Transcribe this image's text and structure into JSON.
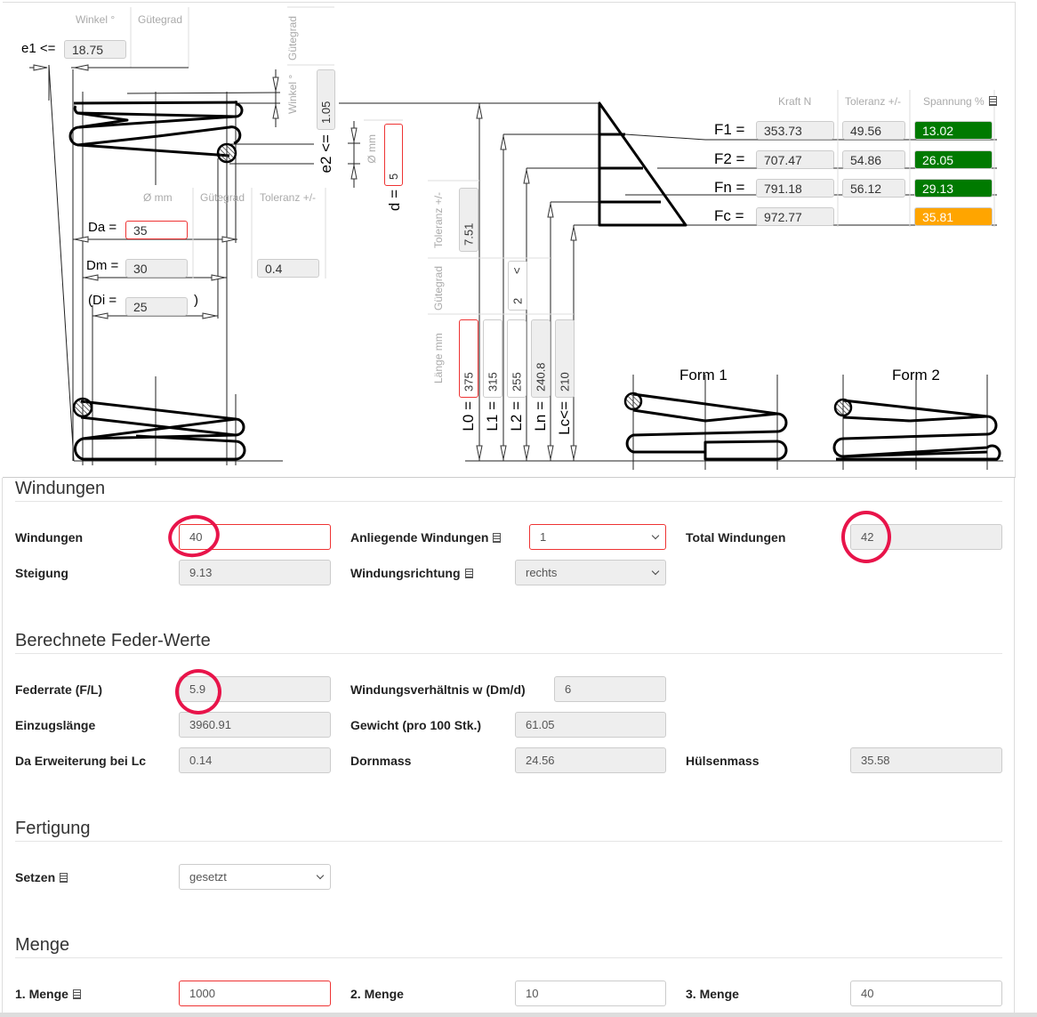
{
  "diagram": {
    "e1": {
      "label": "e1 <=",
      "value": "18.75",
      "header_angle": "Winkel °",
      "header_grade": "Gütegrad"
    },
    "e2": {
      "label": "e2 <=",
      "value": "1.05",
      "header_grade": "Gütegrad",
      "header_angle": "Winkel °"
    },
    "d": {
      "label": "d =",
      "value": "5",
      "header": "Ø mm"
    },
    "diameter_headers": {
      "dia": "Ø mm",
      "grade": "Gütegrad",
      "tol": "Toleranz +/-"
    },
    "Da": {
      "label": "Da =",
      "value": "35"
    },
    "Dm": {
      "label": "Dm =",
      "value": "30",
      "tolerance": "0.4"
    },
    "Di": {
      "label": "(Di =",
      "value": "25",
      "close": ")"
    },
    "length_headers": {
      "tol": "Toleranz +/-",
      "grade": "Gütegrad",
      "length": "Länge mm"
    },
    "length_tolerance": "7.51",
    "length_grade": {
      "value": "2",
      "chevron": ">"
    },
    "lengths": [
      {
        "label": "L0 =",
        "value": "375"
      },
      {
        "label": "L1 =",
        "value": "315"
      },
      {
        "label": "L2 =",
        "value": "255"
      },
      {
        "label": "Ln =",
        "value": "240.8"
      },
      {
        "label": "Lc<=",
        "value": "210"
      }
    ],
    "force_headers": {
      "force": "Kraft N",
      "tol": "Toleranz +/-",
      "stress": "Spannung %"
    },
    "forces": [
      {
        "label": "F1 =",
        "force": "353.73",
        "tol": "49.56",
        "stress": "13.02",
        "status": "green"
      },
      {
        "label": "F2 =",
        "force": "707.47",
        "tol": "54.86",
        "stress": "26.05",
        "status": "green"
      },
      {
        "label": "Fn =",
        "force": "791.18",
        "tol": "56.12",
        "stress": "29.13",
        "status": "green"
      },
      {
        "label": "Fc =",
        "force": "972.77",
        "tol": "",
        "stress": "35.81",
        "status": "orange"
      }
    ],
    "form1": "Form 1",
    "form2": "Form 2",
    "colors": {
      "green": "#007a00",
      "orange": "#ffa500",
      "error": "#e33333",
      "annotation": "#e8144a"
    }
  },
  "windungen": {
    "title": "Windungen",
    "windungen": {
      "label": "Windungen",
      "value": "40"
    },
    "anliegende": {
      "label": "Anliegende Windungen",
      "value": "1"
    },
    "total": {
      "label": "Total Windungen",
      "value": "42"
    },
    "steigung": {
      "label": "Steigung",
      "value": "9.13"
    },
    "richtung": {
      "label": "Windungsrichtung",
      "value": "rechts"
    }
  },
  "berechnet": {
    "title": "Berechnete Feder-Werte",
    "federrate": {
      "label": "Federrate (F/L)",
      "value": "5.9"
    },
    "verhaeltnis": {
      "label": "Windungsverhältnis w (Dm/d)",
      "value": "6"
    },
    "einzug": {
      "label": "Einzugslänge",
      "value": "3960.91"
    },
    "gewicht": {
      "label": "Gewicht (pro 100 Stk.)",
      "value": "61.05"
    },
    "da_erw": {
      "label": "Da Erweiterung bei Lc",
      "value": "0.14"
    },
    "dorn": {
      "label": "Dornmass",
      "value": "24.56"
    },
    "huelse": {
      "label": "Hülsenmass",
      "value": "35.58"
    }
  },
  "fertigung": {
    "title": "Fertigung",
    "setzen": {
      "label": "Setzen",
      "value": "gesetzt"
    }
  },
  "menge": {
    "title": "Menge",
    "m1": {
      "label": "1. Menge",
      "value": "1000"
    },
    "m2": {
      "label": "2. Menge",
      "value": "10"
    },
    "m3": {
      "label": "3. Menge",
      "value": "40"
    }
  }
}
